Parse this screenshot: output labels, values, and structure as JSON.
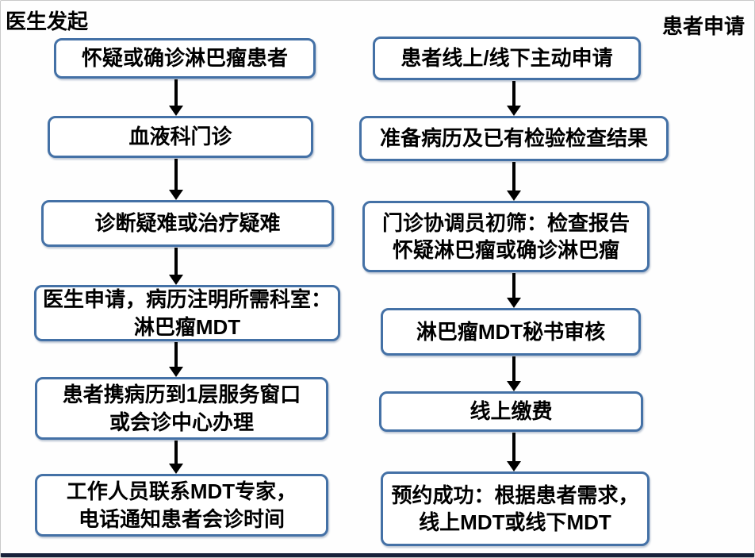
{
  "diagram": {
    "type": "flowchart",
    "title_left": "医生发起",
    "title_right": "患者申请",
    "columns": {
      "left": {
        "title": "医生发起",
        "steps": [
          "怀疑或确诊淋巴瘤患者",
          "血液科门诊",
          "诊断疑难或治疗疑难",
          "医生申请，病历注明所需科室：\n淋巴瘤MDT",
          "患者携病历到1层服务窗口\n或会诊中心办理",
          "工作人员联系MDT专家，\n电话通知患者会诊时间"
        ]
      },
      "right": {
        "title": "患者申请",
        "steps": [
          "患者线上/线下主动申请",
          "准备病历及已有检验检查结果",
          "门诊协调员初筛：检查报告\n怀疑淋巴瘤或确诊淋巴瘤",
          "淋巴瘤MDT秘书审核",
          "线上缴费",
          "预约成功：根据患者需求，\n线上MDT或线下MDT"
        ]
      }
    },
    "colors": {
      "box_border": "#4471a6",
      "box_fill": "#ffffff",
      "arrow": "#000000",
      "text": "#000000",
      "bottom_bar": "#17213a"
    }
  }
}
